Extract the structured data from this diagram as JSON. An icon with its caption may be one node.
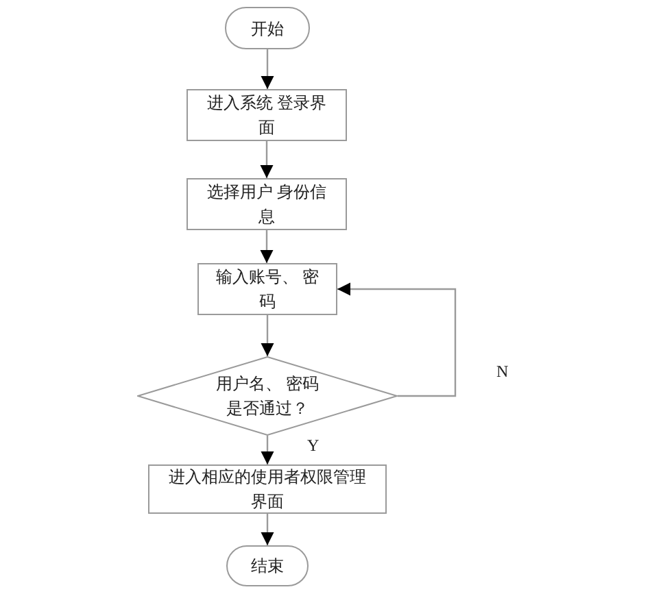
{
  "diagram": {
    "nodes": [
      {
        "text": [
          "开始"
        ]
      },
      {
        "text": [
          "进入系统 登录界面"
        ]
      },
      {
        "text": [
          "选择用户 身份信息"
        ]
      },
      {
        "text": [
          "输入账号、 密码"
        ]
      },
      {
        "text": [
          "用户名、 密码是否通过？"
        ]
      },
      {
        "text": [
          "进入相应的使用者权限管理界面"
        ]
      },
      {
        "text": [
          "结束"
        ]
      }
    ],
    "edges": [
      {
        "from": 0,
        "to": 1,
        "arrow": "to"
      },
      {
        "from": 1,
        "to": 2,
        "arrow": "to"
      },
      {
        "from": 2,
        "to": 3,
        "arrow": "to"
      },
      {
        "from": 3,
        "to": 4,
        "arrow": "to"
      },
      {
        "from": 4,
        "to": 5,
        "arrow": "to",
        "label": "Y"
      },
      {
        "from": 4,
        "to": 3,
        "arrow": "to",
        "label": "N"
      },
      {
        "from": 5,
        "to": 6,
        "arrow": "to"
      }
    ]
  }
}
